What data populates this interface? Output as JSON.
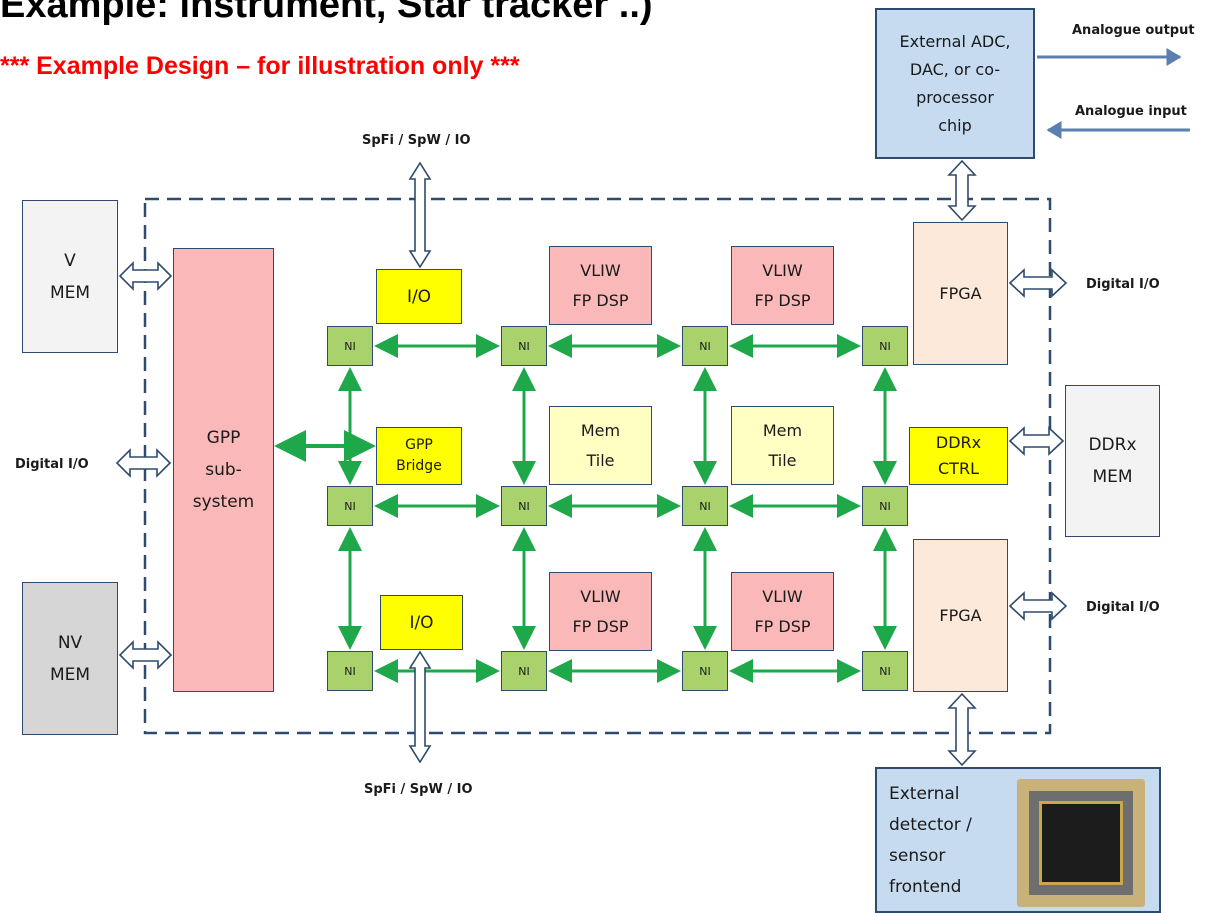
{
  "title": "Example: instrument, Star tracker ..)",
  "subtitle": "*** Example Design – for illustration only ***",
  "colors": {
    "title": "#000000",
    "subtitle": "#ff0000",
    "border": "#2e4a6e",
    "noc_arrow": "#1fa84a",
    "io_arrow": "#5a7fb0",
    "dsp": "#fab8b8",
    "io": "#ffff00",
    "mem_tile": "#ffffc4",
    "fpga": "#fde9d9",
    "ni": "#a9d26c",
    "external": "#c6dbf0"
  },
  "blocks": {
    "v_mem": "V\nMEM",
    "nv_mem": "NV\nMEM",
    "gpp_subsystem": "GPP\nsub-\nsystem",
    "io_top": "I/O",
    "io_bottom": "I/O",
    "gpp_bridge": "GPP\nBridge",
    "vliw_1": "VLIW\nFP DSP",
    "vliw_2": "VLIW\nFP DSP",
    "vliw_3": "VLIW\nFP DSP",
    "vliw_4": "VLIW\nFP DSP",
    "mem_tile_1": "Mem\nTile",
    "mem_tile_2": "Mem\nTile",
    "fpga_top": "FPGA",
    "fpga_bottom": "FPGA",
    "ddrx_ctrl": "DDRx\nCTRL",
    "ddrx_mem": "DDRx\nMEM",
    "ext_adc": "External ADC,\nDAC, or co-\nprocessor\nchip",
    "ext_detector": "External\ndetector /\nsensor\nfrontend",
    "ni": "NI"
  },
  "labels": {
    "spfi_top": "SpFi / SpW / IO",
    "spfi_bottom": "SpFi / SpW / IO",
    "digital_io_left": "Digital I/O",
    "digital_io_right_top": "Digital I/O",
    "digital_io_right_bottom": "Digital I/O",
    "analogue_output": "Analogue output",
    "analogue_input": "Analogue input"
  },
  "icons": {
    "sensor_chip": "sensor-chip-icon"
  }
}
